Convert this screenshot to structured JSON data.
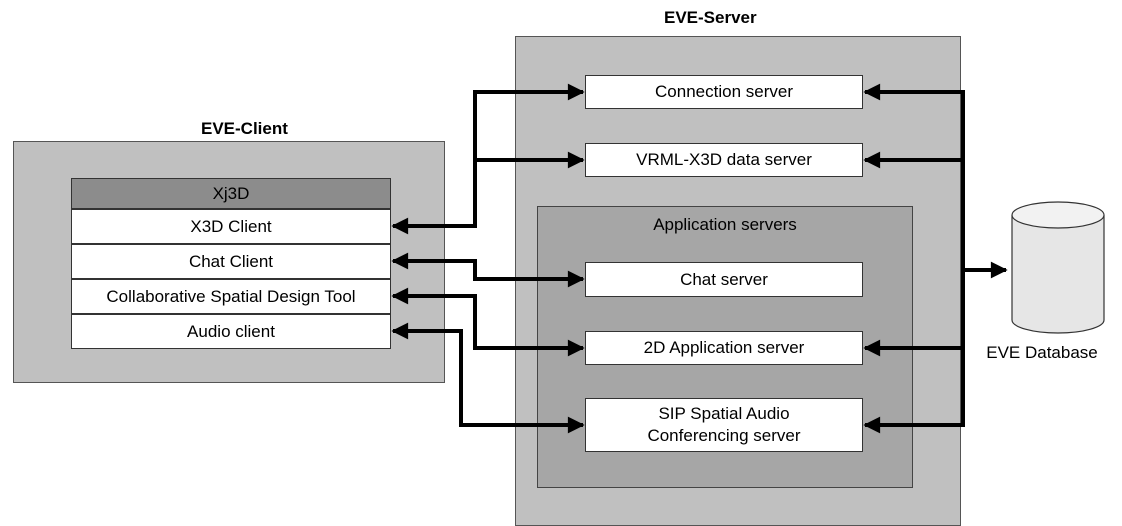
{
  "server": {
    "title": "EVE-Server",
    "connection_server": "Connection server",
    "data_server": "VRML-X3D data server",
    "app_group": {
      "title": "Application servers",
      "chat_server": "Chat server",
      "app2d_server": "2D Application server",
      "sip_server_line1": "SIP Spatial Audio",
      "sip_server_line2": "Conferencing server"
    }
  },
  "client": {
    "title": "EVE-Client",
    "stack": {
      "header": "Xj3D",
      "x3d_client": "X3D Client",
      "chat_client": "Chat Client",
      "design_tool": "Collaborative Spatial Design Tool",
      "audio_client": "Audio client"
    }
  },
  "database": {
    "label": "EVE Database"
  },
  "colors": {
    "outer_panel": "#c0c0c0",
    "inner_panel": "#a6a6a6",
    "stack_header": "#8c8c8c",
    "box": "#ffffff",
    "line": "#000000",
    "cylinder": "#e6e6e6"
  }
}
